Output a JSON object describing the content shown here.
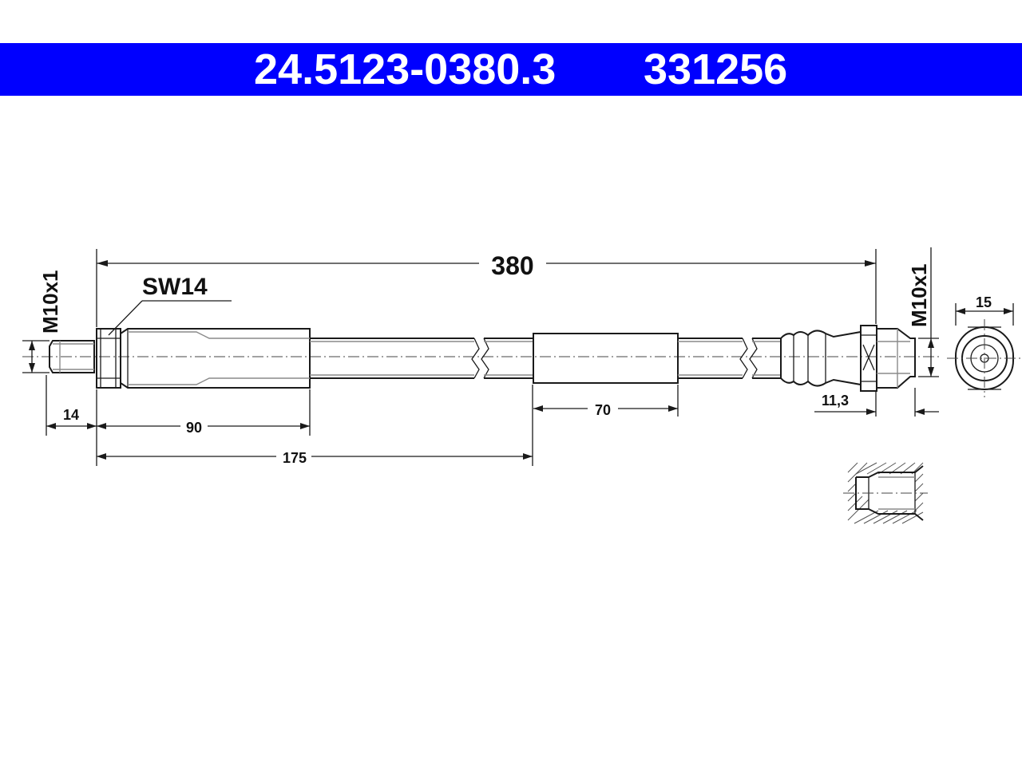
{
  "header": {
    "part_number": "24.5123-0380.3",
    "reference_number": "331256",
    "background_color": "#0000ff",
    "text_color": "#ffffff"
  },
  "drawing": {
    "thread_left": "M10x1",
    "thread_right": "M10x1",
    "wrench_size": "SW14",
    "dim_total_length": "380",
    "dim_thread_length": "14",
    "dim_fitting_length": "90",
    "dim_sleeve_position": "175",
    "dim_sleeve_length": "70",
    "dim_right_fitting": "11,3",
    "dim_hex_width": "15"
  }
}
